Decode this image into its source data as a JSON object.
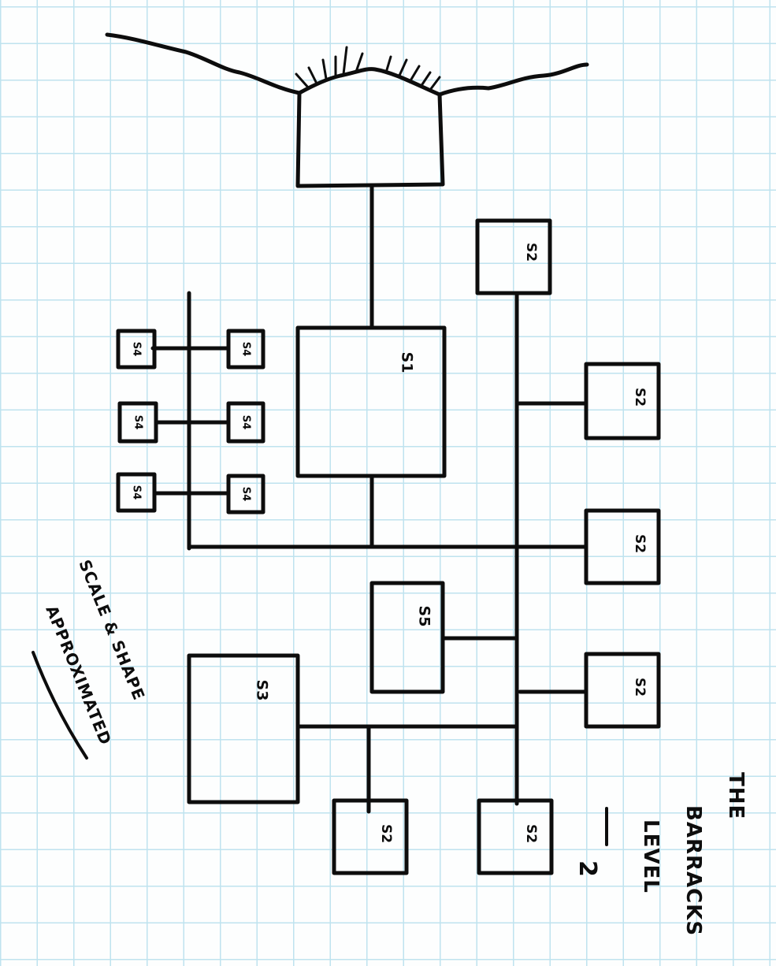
{
  "title": [
    "THE",
    "BARRACKS",
    "LEVEL"
  ],
  "level_number": "2",
  "note": [
    "SCALE & SHAPE",
    "APPROXIMATED"
  ],
  "rooms": {
    "entrance": "",
    "s1": "S1",
    "s3": "S3",
    "s5": "S5",
    "s2": "S2",
    "s4": "S4"
  }
}
